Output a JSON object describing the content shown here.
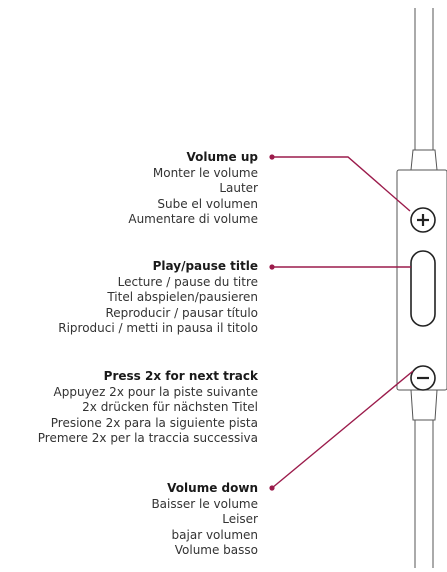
{
  "accent_color": "#9b1b4b",
  "labels": [
    {
      "title": "Volume up",
      "lines": [
        "Monter le volume",
        "Lauter",
        "Sube el volumen",
        "Aumentare di volume"
      ]
    },
    {
      "title": "Play/pause title",
      "lines": [
        "Lecture / pause du titre",
        "Titel abspielen/pausieren",
        "Reproducir / pausar título",
        "Riproduci / metti in pausa il titolo"
      ]
    },
    {
      "title": "Press 2x for next track",
      "lines": [
        "Appuyez 2x pour la piste suivante",
        "2x drücken für nächsten Titel",
        "Presione 2x para la siguiente pista",
        "Premere 2x per la traccia successiva"
      ]
    },
    {
      "title": "Volume down",
      "lines": [
        "Baisser le volume",
        "Leiser",
        "bajar volumen",
        "Volume basso"
      ]
    }
  ],
  "remote": {
    "plus_icon": "plus-icon",
    "minus_icon": "minus-icon"
  }
}
